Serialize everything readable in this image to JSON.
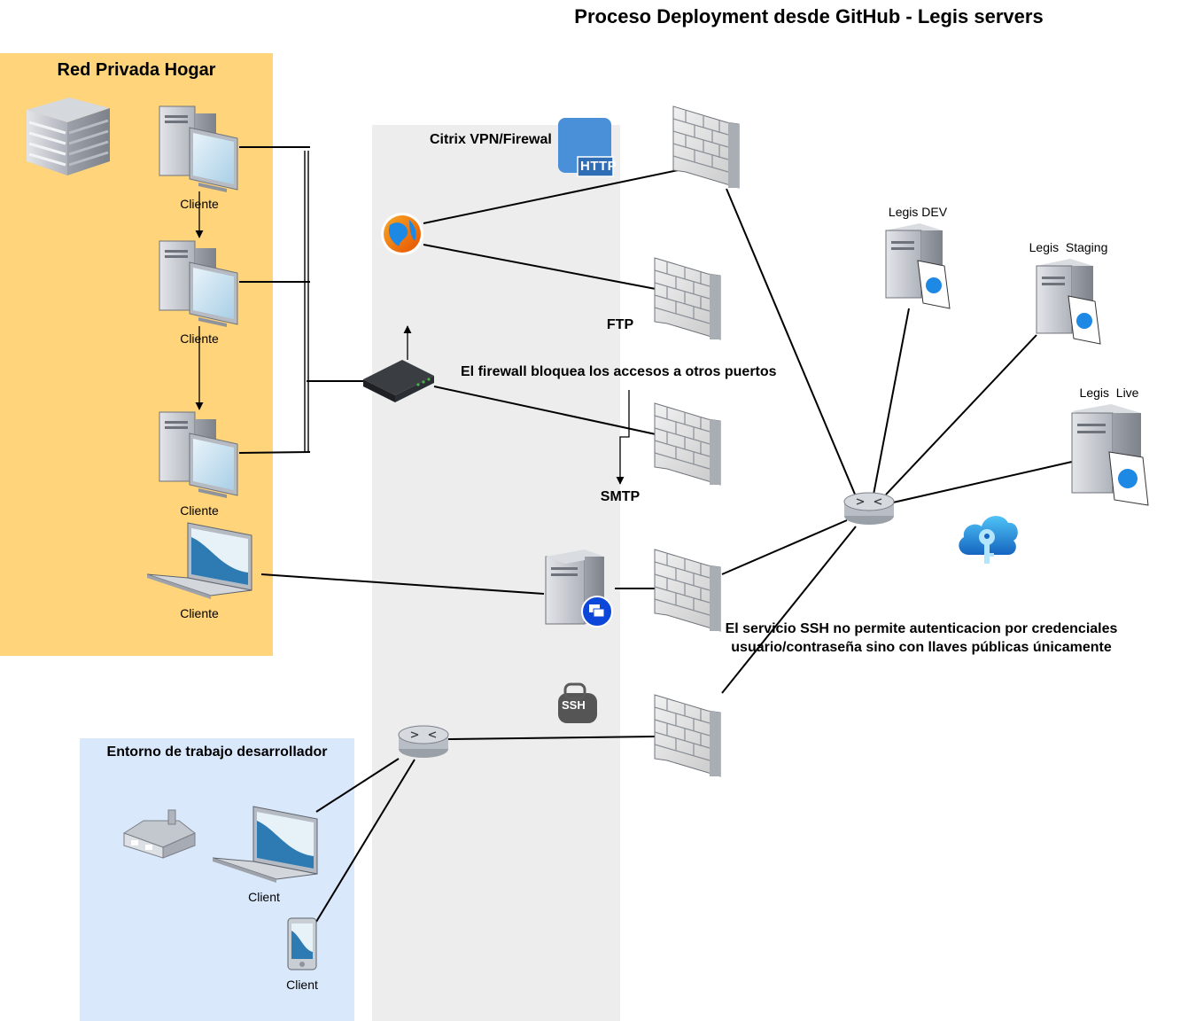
{
  "title": "Proceso Deployment desde GitHub - Legis servers",
  "zones": {
    "home": "Red Privada Hogar",
    "vpn": "Citrix VPN/Firewal",
    "dev_env": "Entorno de trabajo desarrollador"
  },
  "clients": {
    "home_1": "Cliente",
    "home_2": "Cliente",
    "home_3": "Cliente",
    "home_laptop": "Cliente",
    "dev_laptop": "Client",
    "dev_phone": "Client"
  },
  "protocols": {
    "http": "HTTP",
    "ftp": "FTP",
    "smtp": "SMTP",
    "ssh": "SSH"
  },
  "servers": {
    "dev": "Legis DEV",
    "staging": "Legis  Staging",
    "live": "Legis  Live"
  },
  "notes": {
    "firewall": "El firewall bloquea los accesos a otros puertos",
    "ssh_line1": "El servicio SSH no permite autenticacion por credenciales",
    "ssh_line2": "usuario/contraseña sino con llaves públicas únicamente"
  },
  "colors": {
    "home_zone": "#FFD47A",
    "vpn_zone": "#EDEDED",
    "dev_zone": "#DAE8FC",
    "device_gray": "#C9CDD4",
    "screen_blue": "#2E7BB4",
    "key_blue": "#1E88E5"
  }
}
